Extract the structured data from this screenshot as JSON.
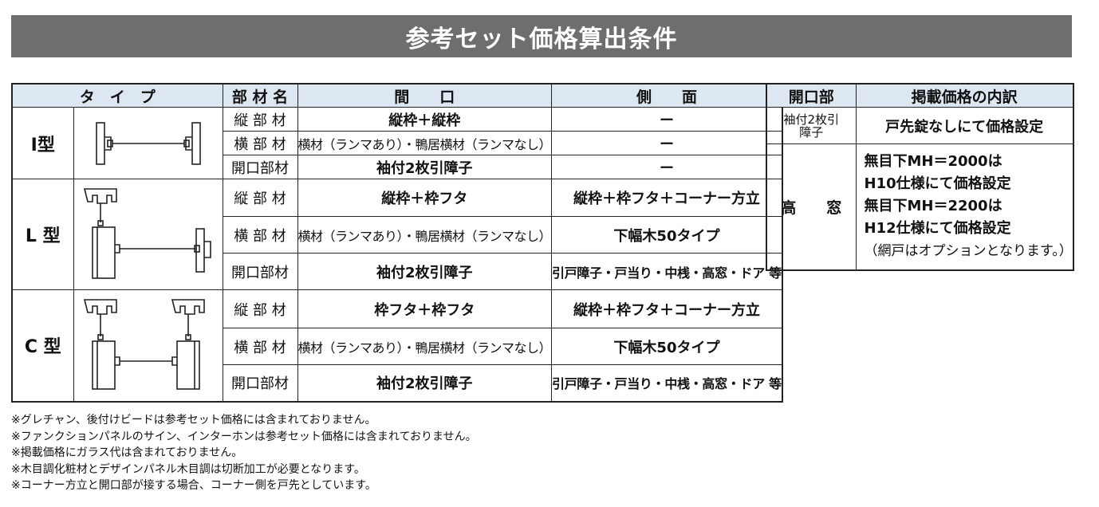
{
  "title": "参考セット価格算出条件",
  "main_table": {
    "headers": [
      "タ　イ　プ",
      "部 材 名",
      "間　　口",
      "側　　面"
    ],
    "rows": [
      {
        "type": "Ⅰ型",
        "parts": [
          {
            "part": "縦 部 材",
            "front": "縦枠＋縦枠",
            "side": "ー"
          },
          {
            "part": "横 部 材",
            "front": "横材（ランマあり）・鴨居横材（ランマなし）",
            "side": "ー"
          },
          {
            "part": "開口部材",
            "front": "袖付2枚引障子",
            "side": "ー"
          }
        ]
      },
      {
        "type": "L 型",
        "parts": [
          {
            "part": "縦 部 材",
            "front": "縦枠＋枠フタ",
            "side": "縦枠＋枠フタ＋コーナー方立"
          },
          {
            "part": "横 部 材",
            "front": "横材（ランマあり）・鴨居横材（ランマなし）",
            "side": "下幅木50タイプ"
          },
          {
            "part": "開口部材",
            "front": "袖付2枚引障子",
            "side": "引戸障子・戸当り・中桟・高窓・ドア 等"
          }
        ]
      },
      {
        "type": "C 型",
        "parts": [
          {
            "part": "縦 部 材",
            "front": "枠フタ＋枠フタ",
            "side": "縦枠＋枠フタ＋コーナー方立"
          },
          {
            "part": "横 部 材",
            "front": "横材（ランマあり）・鴨居横材（ランマなし）",
            "side": "下幅木50タイプ"
          },
          {
            "part": "開口部材",
            "front": "袖付2枚引障子",
            "side": "引戸障子・戸当り・中桟・高窓・ドア 等"
          }
        ]
      }
    ]
  },
  "price_table": {
    "headers": [
      "開口部",
      "掲載価格の内訳"
    ],
    "rows": [
      {
        "label": "袖付2枚引\n障子",
        "detail": "戸先錠なしにて価格設定"
      },
      {
        "label": "高　　窓",
        "detail_lines": [
          "無目下MH＝2000は",
          "H10仕様にて価格設定",
          "無目下MH＝2200は",
          "H12仕様にて価格設定",
          "（網戸はオプションとなります。）"
        ]
      }
    ]
  },
  "notes": [
    "※グレチャン、後付けビードは参考セット価格には含まれておりません。",
    "※ファンクションパネルのサイン、インターホンは参考セット価格には含まれておりません。",
    "※掲載価格にガラス代は含まれておりません。",
    "※木目調化粧材とデザインパネル木目調は切断加工が必要となります。",
    "※コーナー方立と開口部が接する場合、コーナー側を戸先としています。"
  ],
  "icons": {
    "i_type": "i-type-section-diagram",
    "l_type": "l-type-section-diagram",
    "c_type": "c-type-section-diagram"
  }
}
